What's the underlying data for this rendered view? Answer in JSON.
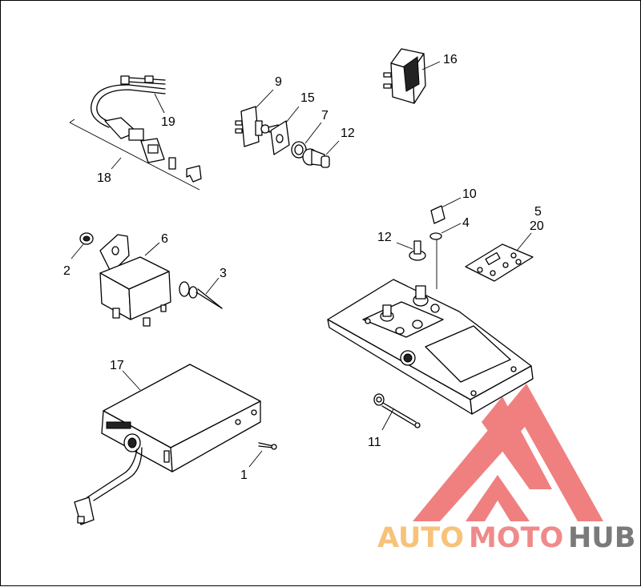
{
  "callouts": {
    "c1": "1",
    "c2": "2",
    "c3": "3",
    "c4": "4",
    "c5": "5",
    "c6": "6",
    "c7": "7",
    "c9": "9",
    "c10": "10",
    "c11": "11",
    "c12a": "12",
    "c12b": "12",
    "c15": "15",
    "c16": "16",
    "c17": "17",
    "c18": "18",
    "c19": "19",
    "c20": "20"
  },
  "watermark": {
    "part1": "AUTO",
    "part2": "MOTO",
    "part3": "HUB",
    "color_orange": "#f7c27a",
    "color_red": "#f08a8a",
    "color_gray": "#7a7a7a"
  }
}
